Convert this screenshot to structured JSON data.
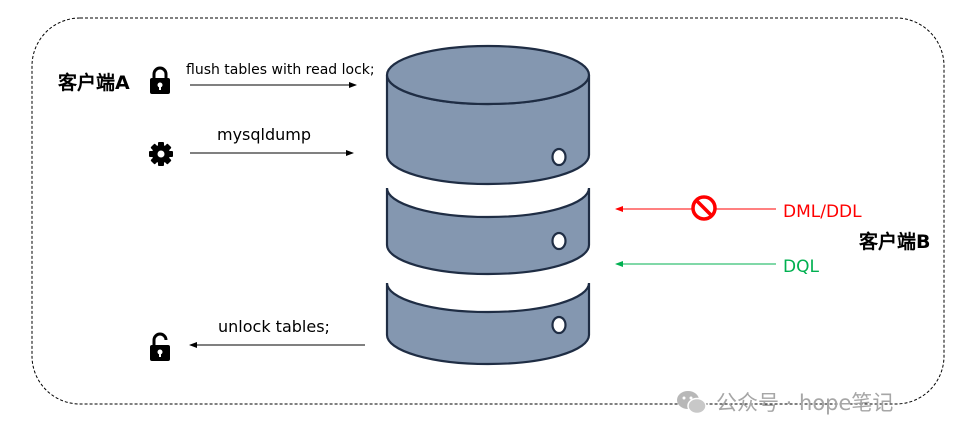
{
  "client_a": {
    "name": "客户端A",
    "lock_icon": "lock-icon",
    "gear_icon": "gear-icon",
    "unlock_icon": "unlock-icon"
  },
  "client_b": {
    "name": "客户端B",
    "blocked_icon": "no-entry-icon"
  },
  "arrows": {
    "flush": "flush tables with read lock;",
    "dump": "mysqldump",
    "unlock": "unlock tables;",
    "dml": "DML/DDL",
    "dql": "DQL"
  },
  "database": {
    "icon": "database-icon",
    "fill_color": "#8497b0",
    "stroke_color": "#1f2d44",
    "disk_count": 3
  },
  "colors": {
    "blocked": "#ff0000",
    "allowed": "#00b050",
    "neutral": "#000000"
  },
  "watermark": {
    "text": "公众号 · hope笔记",
    "icon": "wechat-icon"
  }
}
